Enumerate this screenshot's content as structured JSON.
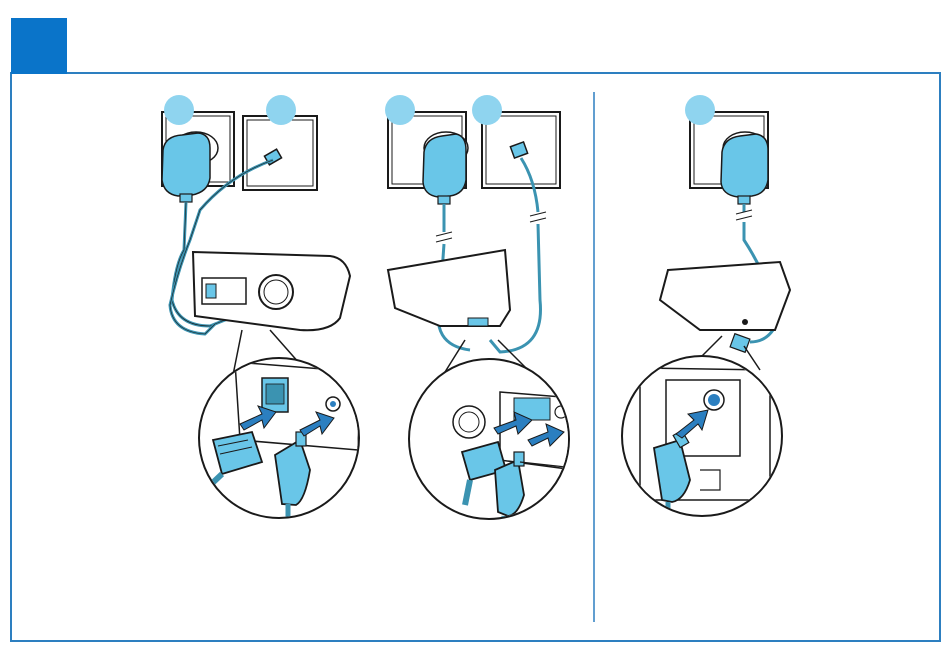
{
  "header": {
    "step_number": "",
    "accent_color": "#0a74c9"
  },
  "colors": {
    "frame_stroke": "#2d7fc0",
    "plug_fill": "#69c6e8",
    "cable_stroke": "#3b93b1",
    "badge_fill": "#8fd4ef",
    "outline": "#1a1a1a",
    "arrow_fill": "#2b7fc0"
  },
  "panels": [
    {
      "id": "panel-1",
      "badges": [
        {
          "label": ""
        },
        {
          "label": ""
        }
      ]
    },
    {
      "id": "panel-2",
      "badges": [
        {
          "label": ""
        },
        {
          "label": ""
        }
      ]
    },
    {
      "id": "panel-3",
      "badges": [
        {
          "label": ""
        }
      ]
    }
  ],
  "icons": [
    "power-adapter-icon",
    "phone-wall-socket-icon",
    "rj11-plug-icon",
    "dc-plug-icon",
    "insert-arrow-icon",
    "base-station-icon",
    "charger-base-icon"
  ]
}
